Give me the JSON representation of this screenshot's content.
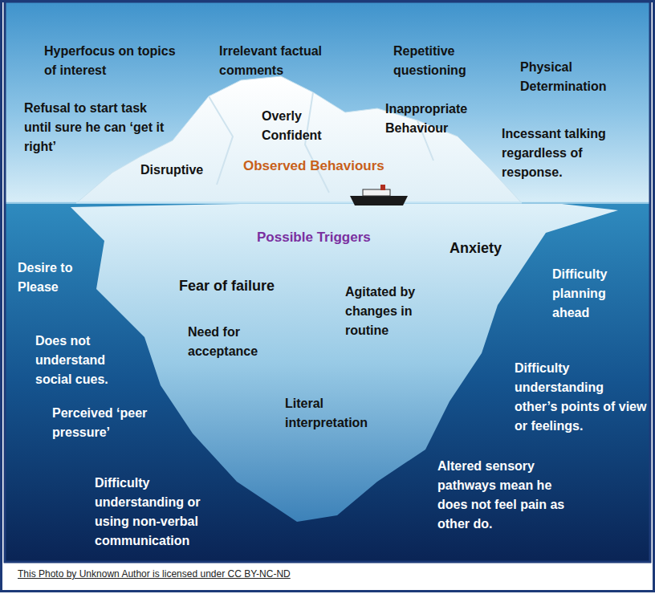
{
  "diagram": {
    "caption": "This Photo by Unknown Author is licensed under CC BY-NC-ND",
    "labels": [
      "Hyperfocus on topics of interest",
      "Irrelevant factual comments",
      "Repetitive questioning",
      "Physical Determination",
      "Refusal to start task until sure he can ‘get it right’",
      "Overly Confident",
      "Inappropriate Behaviour",
      "Incessant talking regardless of response.",
      "Disruptive",
      "Observed Behaviours",
      "Possible Triggers",
      "Anxiety",
      "Desire to Please",
      "Difficulty planning ahead",
      "Fear of failure",
      "Agitated by changes in routine",
      "Need for acceptance",
      "Does not understand social cues.",
      "Difficulty understanding other’s points of view or feelings.",
      "Perceived ‘peer pressure’",
      "Literal interpretation",
      "Difficulty understanding or using non-verbal communication",
      "Altered sensory pathways mean he does not feel pain as other do."
    ]
  }
}
